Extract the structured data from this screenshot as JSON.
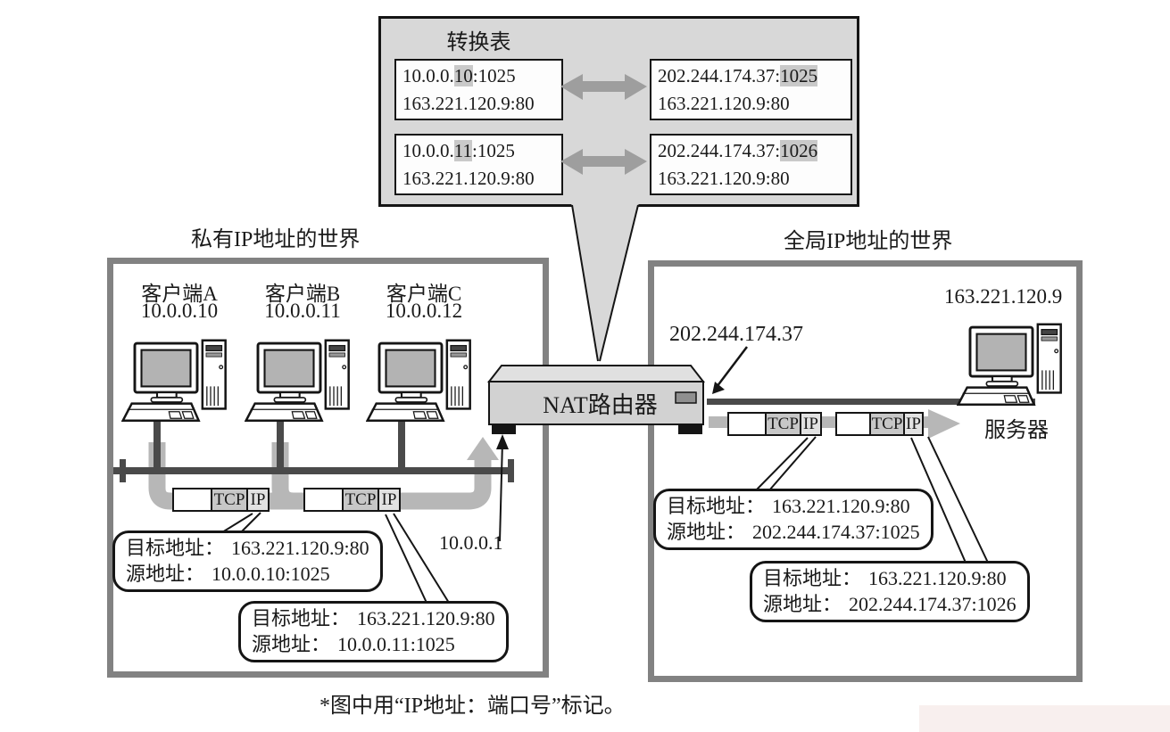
{
  "colors": {
    "panel_gray": "#d8d8d8",
    "highlight_gray": "#c9c9c9",
    "table_arrow_gray": "#9e9e9e",
    "flow_path_gray": "#b7b7b7",
    "wire_dark": "#4a4a4a",
    "world_border_gray": "#828282"
  },
  "translation_table": {
    "title": "转换表",
    "rows": [
      {
        "left": {
          "pre": "10.0.0.",
          "hl": "10",
          "post": ":1025",
          "line2": "163.221.120.9:80"
        },
        "right": {
          "pre": "202.244.174.37:",
          "hl": "1025",
          "post": "",
          "line2": "163.221.120.9:80"
        }
      },
      {
        "left": {
          "pre": "10.0.0.",
          "hl": "11",
          "post": ":1025",
          "line2": "163.221.120.9:80"
        },
        "right": {
          "pre": "202.244.174.37:",
          "hl": "1026",
          "post": "",
          "line2": "163.221.120.9:80"
        }
      }
    ]
  },
  "private_world": {
    "title": "私有IP地址的世界",
    "clients": [
      {
        "name": "客户端A",
        "ip": "10.0.0.10"
      },
      {
        "name": "客户端B",
        "ip": "10.0.0.11"
      },
      {
        "name": "客户端C",
        "ip": "10.0.0.12"
      }
    ],
    "router_lan_ip": "10.0.0.1",
    "callouts": [
      {
        "dest_label": "目标地址：",
        "dest": "163.221.120.9:80",
        "src_label": "源地址：",
        "src": "10.0.0.10:1025"
      },
      {
        "dest_label": "目标地址：",
        "dest": "163.221.120.9:80",
        "src_label": "源地址：",
        "src": "10.0.0.11:1025"
      }
    ]
  },
  "router": {
    "label": "NAT路由器",
    "wan_ip": "202.244.174.37"
  },
  "global_world": {
    "title": "全局IP地址的世界",
    "server": {
      "label": "服务器",
      "ip": "163.221.120.9"
    },
    "callouts": [
      {
        "dest_label": "目标地址：",
        "dest": "163.221.120.9:80",
        "src_label": "源地址：",
        "src": "202.244.174.37:1025"
      },
      {
        "dest_label": "目标地址：",
        "dest": "163.221.120.9:80",
        "src_label": "源地址：",
        "src": "202.244.174.37:1026"
      }
    ]
  },
  "packet": {
    "tcp": "TCP",
    "ip": "IP"
  },
  "footnote": "*图中用“IP地址：端口号”标记。"
}
